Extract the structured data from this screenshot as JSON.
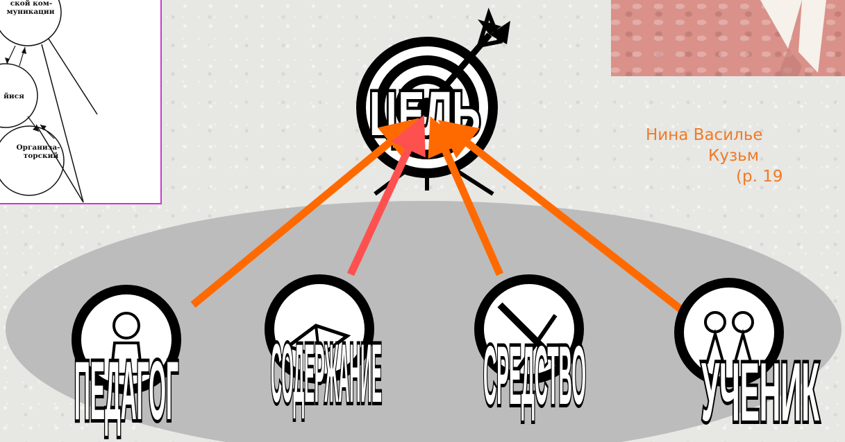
{
  "scan": {
    "labels": [
      "ской ком-",
      "муникации",
      "йися",
      "Организа-",
      "торский"
    ]
  },
  "portrait": {
    "caption_lines": [
      "Нина Василье",
      "Кузьм",
      "(р. 19"
    ]
  },
  "diagram": {
    "goal_label": "ЦЕЛЬ",
    "nodes": [
      "ПЕДАГОГ",
      "СОДЕРЖАНИЕ",
      "СРЕДСТВО",
      "УЧЕНИК"
    ]
  },
  "colors": {
    "arrow_orange": "#ff6a00",
    "arrow_red": "#ff5050",
    "ellipse": "#bcbcbc",
    "caption": "#f07a24",
    "scan_border": "#c83cc8"
  }
}
